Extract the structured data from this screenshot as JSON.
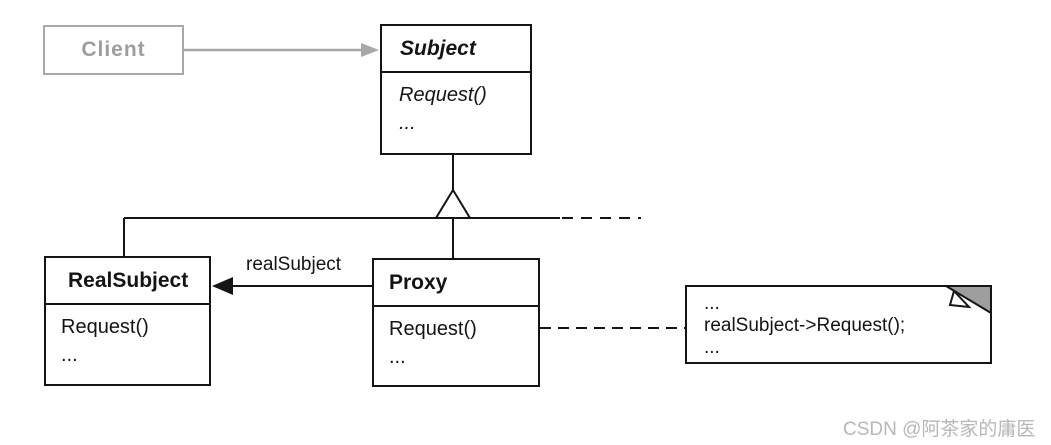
{
  "diagram": {
    "client": {
      "label": "Client"
    },
    "subject": {
      "title": "Subject",
      "methods": [
        "Request()",
        "..."
      ]
    },
    "real_subject": {
      "title": "RealSubject",
      "methods": [
        "Request()",
        "..."
      ]
    },
    "proxy": {
      "title": "Proxy",
      "methods": [
        "Request()",
        "..."
      ]
    },
    "association": {
      "label": "realSubject"
    },
    "note": {
      "lines": [
        "...",
        "realSubject-&gt;Request();",
        "..."
      ],
      "line1": "...",
      "line2": "realSubject->Request();",
      "line3": "..."
    },
    "watermark": "CSDN @阿茶家的庸医",
    "colors": {
      "line": "#141414",
      "gray_ui": "#a8a8a8",
      "gray_text": "#9d9d9d",
      "note_fold": "#9e9e9e",
      "watermark": "#b7b7b7"
    }
  }
}
